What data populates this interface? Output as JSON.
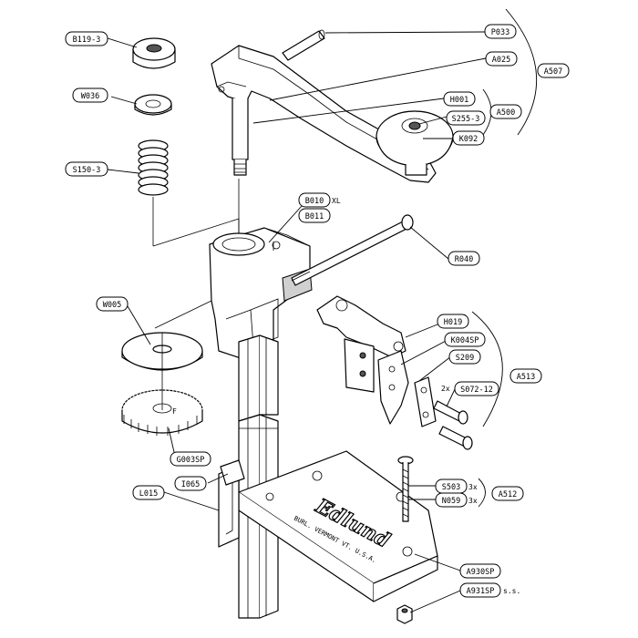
{
  "labels": {
    "P033": "P033",
    "A025": "A025",
    "A507": "A507",
    "H001": "H001",
    "A500": "A500",
    "S255_3": "S255-3",
    "K092": "K092",
    "B119_3": "B119-3",
    "W036": "W036",
    "S150_3": "S150-3",
    "B010": "B010",
    "B011": "B011",
    "R040": "R040",
    "W005": "W005",
    "H019": "H019",
    "K004SP": "K004SP",
    "S209": "S209",
    "A513": "A513",
    "S072_12": "S072-12",
    "G003SP": "G003SP",
    "I065": "I065",
    "L015": "L015",
    "S503": "S503",
    "N059": "N059",
    "A512": "A512",
    "A930SP": "A930SP",
    "A931SP": "A931SP"
  },
  "side_text": {
    "xl": "XL",
    "two_x": "2x",
    "three_x_a": "3x",
    "three_x_b": "3x",
    "ss": "s.s."
  },
  "logo": "Edlund",
  "base_text": "BURL. VERMONT   VT. U.S.A."
}
